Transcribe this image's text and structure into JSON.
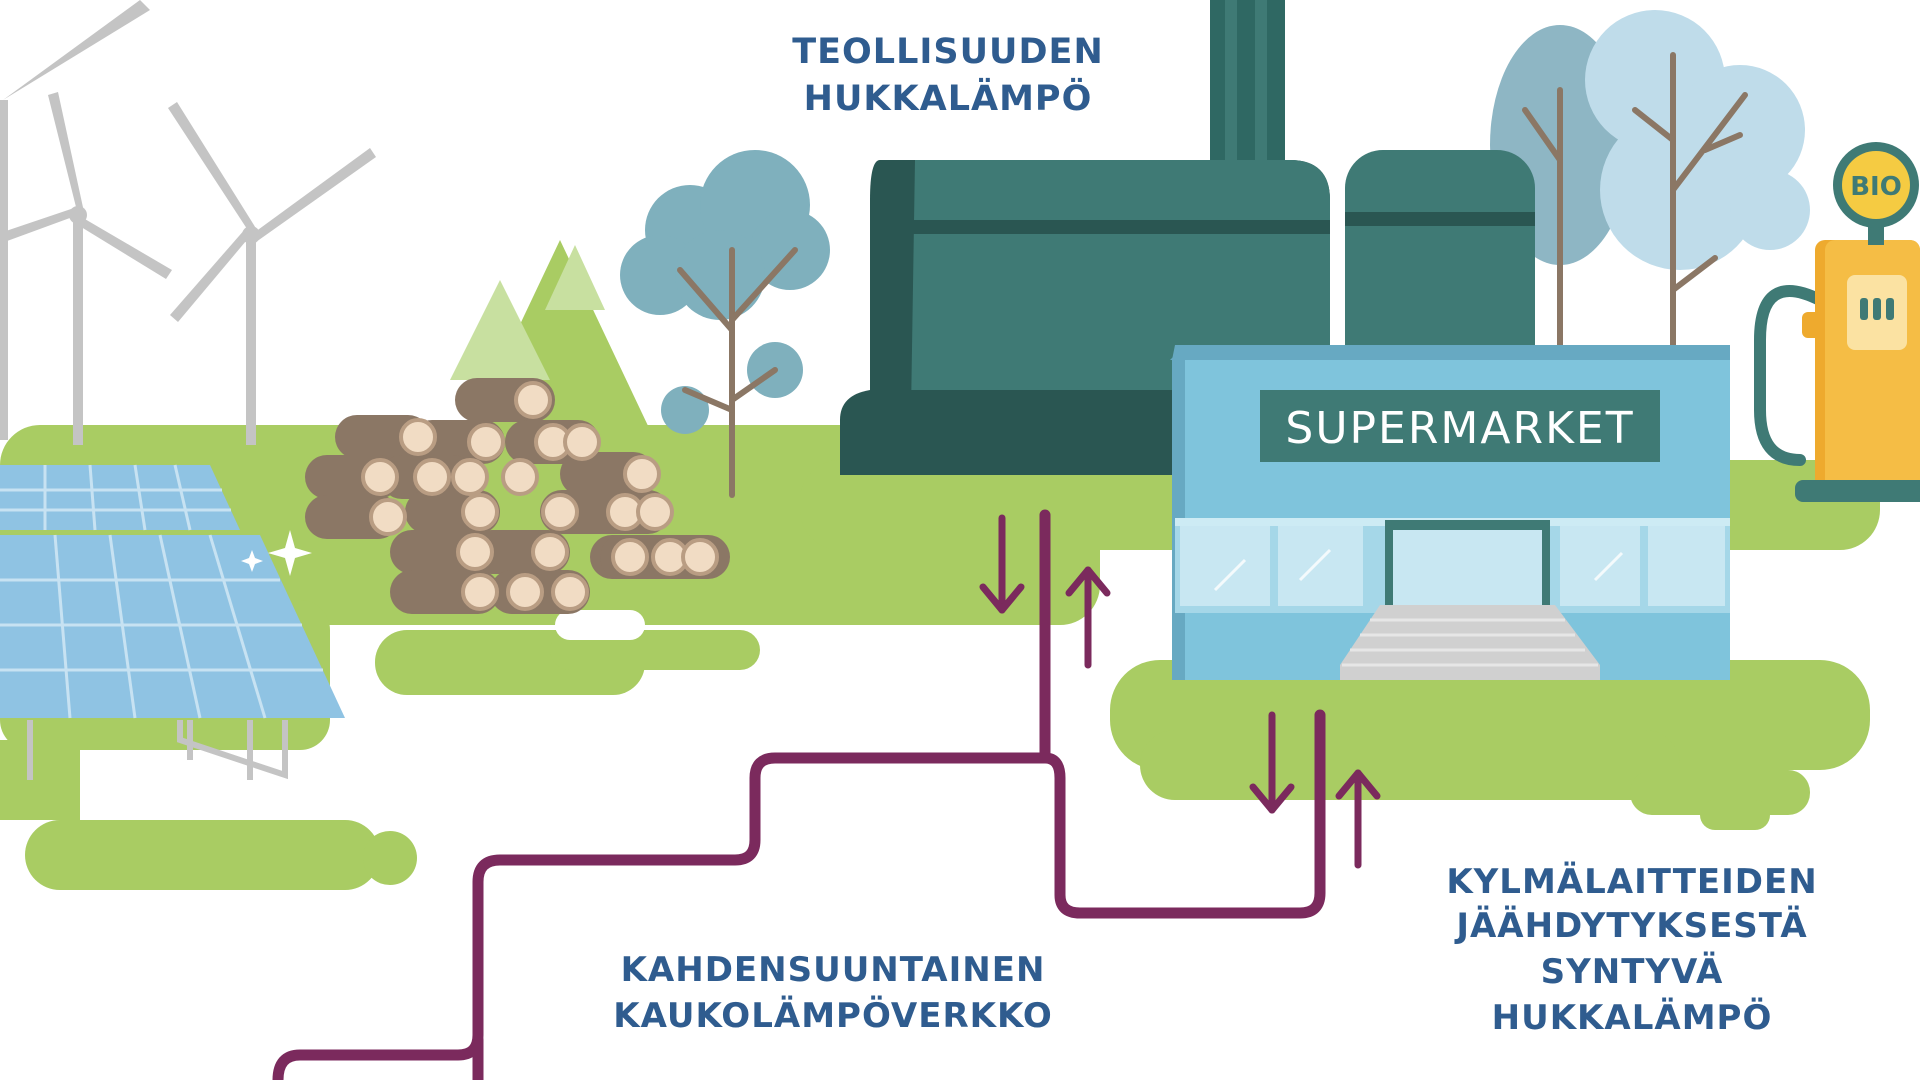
{
  "labels": {
    "industrial_heat": [
      "TEOLLISUUDEN",
      "HUKKALÄMPÖ"
    ],
    "network": [
      "KAHDENSUUNTAINEN",
      "KAUKOLÄMPÖVERKKO"
    ],
    "cooling_heat": [
      "KYLMÄLAITTEIDEN",
      "JÄÄHDYTYKSESTÄ",
      "SYNTYVÄ",
      "HUKKALÄMPÖ"
    ]
  },
  "supermarket_sign": "SUPERMARKET",
  "bio_pump_label": "BIO",
  "colors": {
    "label_text": "#2f5c8f",
    "pipe": "#7b2a5d",
    "grass": "#a9cc63",
    "factory": "#3f7a75",
    "factory_dark": "#2a5652",
    "supermarket": "#7fc4dc",
    "solar_panel": "#8fc3e3",
    "pump": "#eeaa2e",
    "log": "#8b7765",
    "turbine": "#c4c4c4"
  },
  "icons": [
    "wind-turbine-icon",
    "solar-panel-icon",
    "firewood-icon",
    "tree-icon",
    "factory-icon",
    "supermarket-icon",
    "bio-fuel-pump-icon",
    "heat-flow-arrow-icon"
  ]
}
